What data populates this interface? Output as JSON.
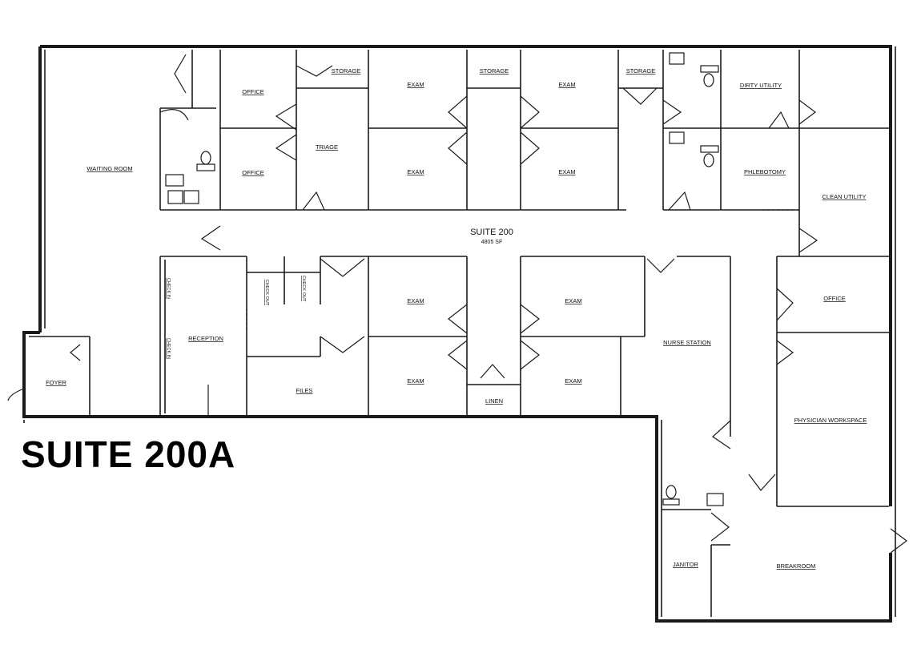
{
  "title": "SUITE 200A",
  "suite": {
    "name": "SUITE 200",
    "area": "4805 SF"
  },
  "rooms": {
    "waiting_room": "WAITING ROOM",
    "foyer": "FOYER",
    "reception": "RECEPTION",
    "check_in": "CHECK IN",
    "check_out": "CHECK OUT",
    "files": "FILES",
    "office": "OFFICE",
    "storage": "STORAGE",
    "triage": "TRIAGE",
    "exam": "EXAM",
    "dirty_utility": "DIRTY UTILITY",
    "phlebotomy": "PHLEBOTOMY",
    "clean_utility": "CLEAN UTILITY",
    "nurse_station": "NURSE STATION",
    "physician_workspace": "PHYSICIAN WORKSPACE",
    "linen": "LINEN",
    "janitor": "JANITOR",
    "breakroom": "BREAKROOM"
  }
}
